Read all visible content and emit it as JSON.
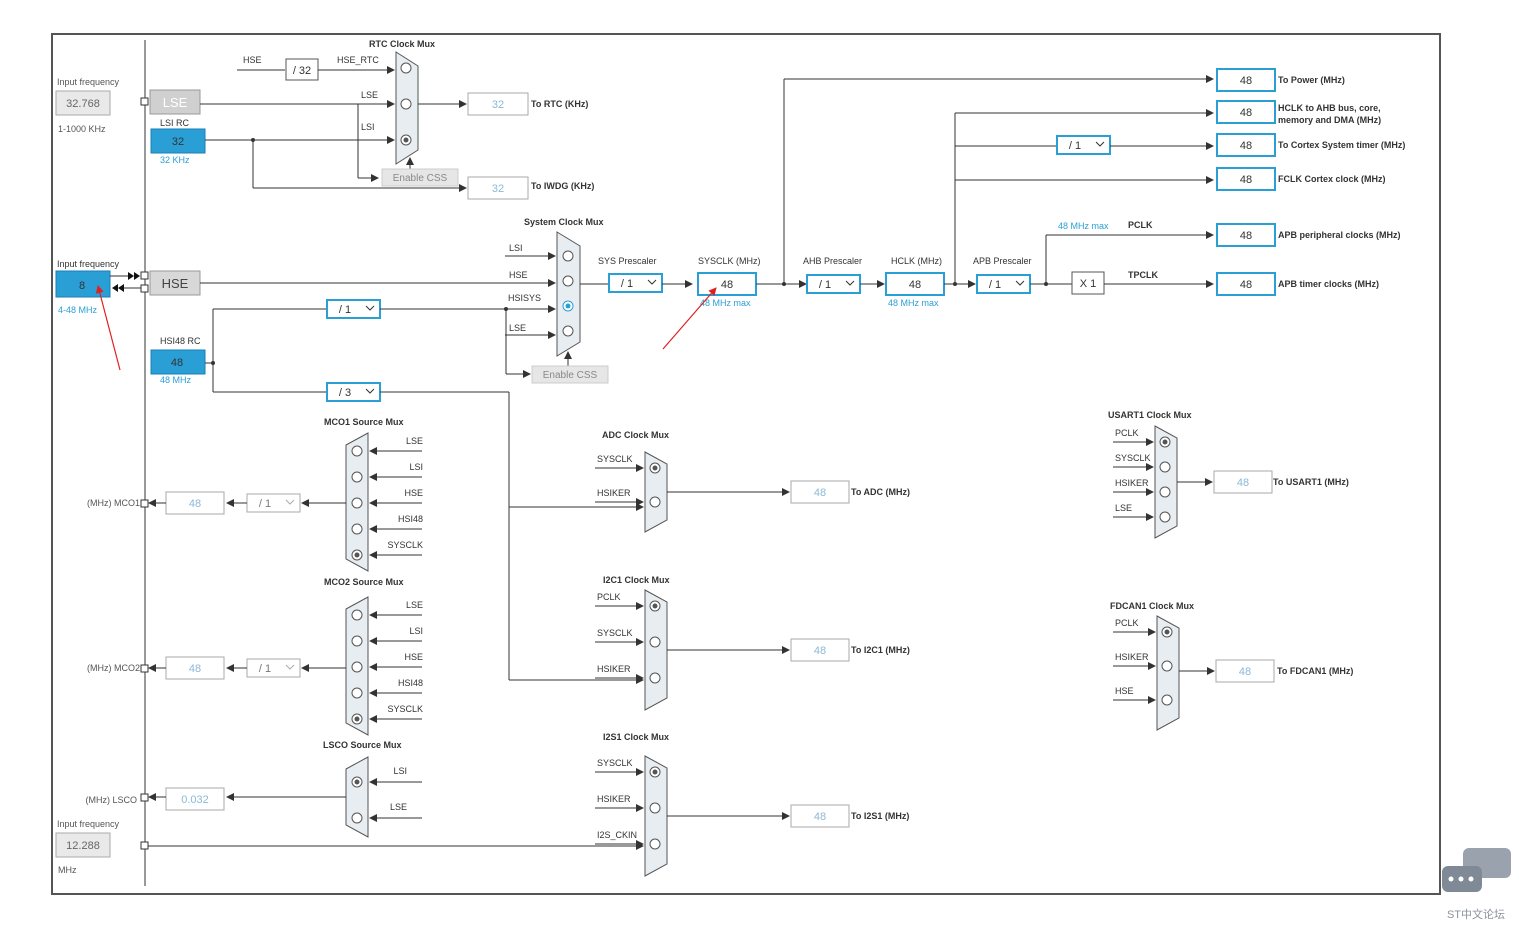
{
  "sources": {
    "lse_input": {
      "caption": "Input frequency",
      "value": "32.768",
      "range": "1-1000 KHz"
    },
    "lse_label": "LSE",
    "lsi_rc": {
      "caption": "LSI RC",
      "value": "32",
      "sub": "32 KHz"
    },
    "hse_input": {
      "caption": "Input frequency",
      "value": "8",
      "range": "4-48 MHz"
    },
    "hse_label": "HSE",
    "hsi48_rc": {
      "caption": "HSI48 RC",
      "value": "48",
      "sub": "48 MHz"
    },
    "i2s_input": {
      "caption": "Input frequency",
      "value": "12.288",
      "unit": "MHz"
    }
  },
  "rtc": {
    "title": "RTC Clock Mux",
    "hse": "HSE",
    "div": "/ 32",
    "hse_rtc": "HSE_RTC",
    "lse": "LSE",
    "lsi": "LSI",
    "enable_css": "Enable CSS",
    "rtc_value": "32",
    "rtc_label": "To RTC (KHz)",
    "iwdg_value": "32",
    "iwdg_label": "To IWDG (KHz)"
  },
  "sysmux": {
    "title": "System Clock Mux",
    "lsi": "LSI",
    "hse": "HSE",
    "hsisys": "HSISYS",
    "lse": "LSE",
    "enable_css": "Enable CSS",
    "hse_div": "/ 1",
    "hsi_div": "/ 3"
  },
  "chain": {
    "sys_prescaler_label": "SYS Prescaler",
    "sys_prescaler": "/ 1",
    "sysclk_label": "SYSCLK (MHz)",
    "sysclk": "48",
    "sysclk_max": "48 MHz max",
    "ahb_prescaler_label": "AHB Prescaler",
    "ahb_prescaler": "/ 1",
    "hclk_label": "HCLK (MHz)",
    "hclk": "48",
    "hclk_max": "48 MHz max",
    "apb_prescaler_label": "APB Prescaler",
    "apb_prescaler": "/ 1",
    "cortex_div": "/ 1",
    "apb_max": "48 MHz max",
    "pclk": "PCLK",
    "tpclk": "TPCLK",
    "x1": "X 1"
  },
  "outputs": [
    {
      "value": "48",
      "label": "To Power (MHz)"
    },
    {
      "value": "48",
      "label": "HCLK to AHB bus, core,",
      "label2": "memory and DMA (MHz)"
    },
    {
      "value": "48",
      "label": "To Cortex System timer (MHz)"
    },
    {
      "value": "48",
      "label": "FCLK Cortex clock (MHz)"
    },
    {
      "value": "48",
      "label": "APB peripheral clocks (MHz)"
    },
    {
      "value": "48",
      "label": "APB timer clocks (MHz)"
    }
  ],
  "mco1": {
    "title": "MCO1 Source Mux",
    "inputs": [
      "LSE",
      "LSI",
      "HSE",
      "HSI48",
      "SYSCLK"
    ],
    "div": "/ 1",
    "value": "48",
    "label": "(MHz) MCO1"
  },
  "mco2": {
    "title": "MCO2 Source Mux",
    "inputs": [
      "LSE",
      "LSI",
      "HSE",
      "HSI48",
      "SYSCLK"
    ],
    "div": "/ 1",
    "value": "48",
    "label": "(MHz) MCO2"
  },
  "lsco": {
    "title": "LSCO Source Mux",
    "inputs": [
      "LSI",
      "LSE"
    ],
    "value": "0.032",
    "label": "(MHz) LSCO"
  },
  "adc": {
    "title": "ADC Clock Mux",
    "inputs": [
      "SYSCLK",
      "HSIKER"
    ],
    "value": "48",
    "label": "To ADC (MHz)"
  },
  "i2c1": {
    "title": "I2C1 Clock Mux",
    "inputs": [
      "PCLK",
      "SYSCLK",
      "HSIKER"
    ],
    "value": "48",
    "label": "To I2C1 (MHz)"
  },
  "i2s1": {
    "title": "I2S1 Clock Mux",
    "inputs": [
      "SYSCLK",
      "HSIKER",
      "I2S_CKIN"
    ],
    "value": "48",
    "label": "To I2S1 (MHz)"
  },
  "usart1": {
    "title": "USART1 Clock Mux",
    "inputs": [
      "PCLK",
      "SYSCLK",
      "HSIKER",
      "LSE"
    ],
    "value": "48",
    "label": "To USART1 (MHz)"
  },
  "fdcan1": {
    "title": "FDCAN1 Clock Mux",
    "inputs": [
      "PCLK",
      "HSIKER",
      "HSE"
    ],
    "value": "48",
    "label": "To FDCAN1 (MHz)"
  },
  "watermark": "ST中文论坛",
  "colors": {
    "accent": "#2a9fd6",
    "arrow": "#e02020"
  }
}
